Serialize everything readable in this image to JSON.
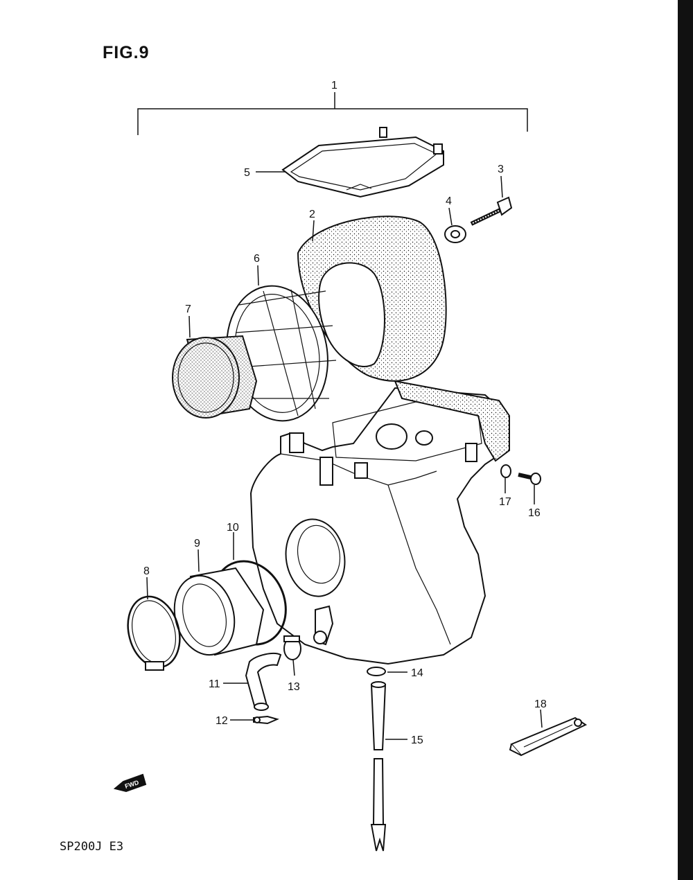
{
  "figure": {
    "title": "FIG.9",
    "model_code": "SP200J  E3",
    "fwd_marker": "FWD"
  },
  "callouts": [
    {
      "id": "1",
      "label": "1"
    },
    {
      "id": "2",
      "label": "2"
    },
    {
      "id": "3",
      "label": "3"
    },
    {
      "id": "4",
      "label": "4"
    },
    {
      "id": "5",
      "label": "5"
    },
    {
      "id": "6",
      "label": "6"
    },
    {
      "id": "7",
      "label": "7"
    },
    {
      "id": "8",
      "label": "8"
    },
    {
      "id": "9",
      "label": "9"
    },
    {
      "id": "10",
      "label": "10"
    },
    {
      "id": "11",
      "label": "11"
    },
    {
      "id": "12",
      "label": "12"
    },
    {
      "id": "13",
      "label": "13"
    },
    {
      "id": "14",
      "label": "14"
    },
    {
      "id": "15",
      "label": "15"
    },
    {
      "id": "16",
      "label": "16"
    },
    {
      "id": "17",
      "label": "17"
    },
    {
      "id": "18",
      "label": "18"
    }
  ],
  "colors": {
    "ink": "#111111",
    "paper": "#ffffff",
    "edge": "#111111"
  }
}
